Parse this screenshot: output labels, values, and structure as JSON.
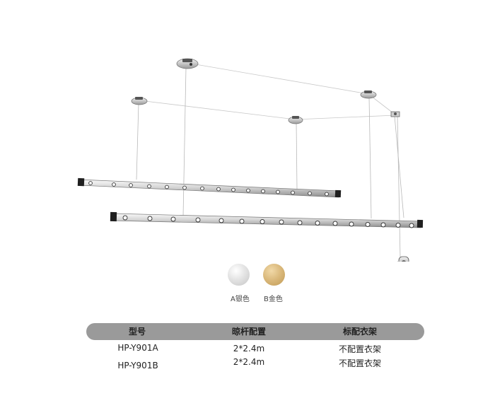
{
  "colors": {
    "silver": "#d8d8d8",
    "gold": "#d9b779",
    "header_bg": "#9a9a9a"
  },
  "swatches": [
    {
      "label": "A银色"
    },
    {
      "label": "B金色"
    }
  ],
  "table": {
    "headers": [
      "型号",
      "晾杆配置",
      "标配衣架"
    ],
    "rows": [
      [
        "HP-Y901A",
        "2*2.4m",
        "不配置衣架"
      ],
      [
        "HP-Y901B",
        "2*2.4m",
        "不配置衣架"
      ]
    ]
  }
}
